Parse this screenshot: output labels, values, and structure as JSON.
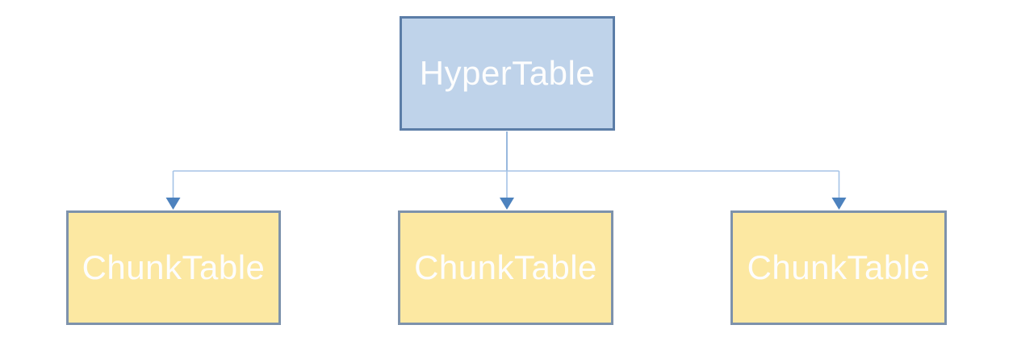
{
  "diagram": {
    "type": "tree",
    "root": {
      "id": "hypertable",
      "label": "HyperTable"
    },
    "children": [
      {
        "id": "chunktable-1",
        "label": "ChunkTable"
      },
      {
        "id": "chunktable-2",
        "label": "ChunkTable"
      },
      {
        "id": "chunktable-3",
        "label": "ChunkTable"
      }
    ],
    "edges": [
      {
        "from": "hypertable",
        "to": "chunktable-1",
        "arrow": "down"
      },
      {
        "from": "hypertable",
        "to": "chunktable-2",
        "arrow": "down"
      },
      {
        "from": "hypertable",
        "to": "chunktable-3",
        "arrow": "down"
      }
    ],
    "colors": {
      "background": "#ffffff",
      "root_fill": "#bfd3ea",
      "root_border": "#5b7da7",
      "child_fill": "#fce8a2",
      "child_border": "#7d92ac",
      "connector": "#a5c3e6",
      "connector_dark": "#7fa6d5",
      "arrowhead": "#4d82be",
      "text": "#fdfdfd"
    }
  }
}
